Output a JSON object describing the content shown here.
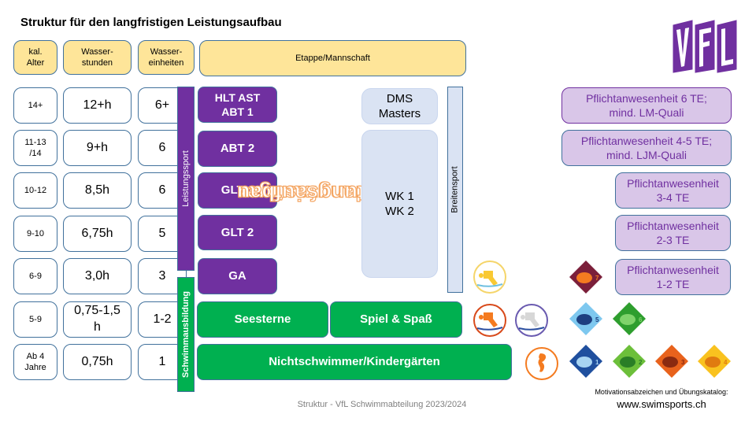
{
  "title": "Struktur für den langfristigen Leistungsaufbau",
  "header": {
    "age": "kal.\nAlter",
    "water_hours": "Wasser-\nstunden",
    "water_units": "Wasser-\neinheiten",
    "stage": "Etappe/Mannschaft"
  },
  "rows": [
    {
      "age": "14+",
      "hours": "12+h",
      "units": "6+"
    },
    {
      "age": "11-13\n/14",
      "hours": "9+h",
      "units": "6"
    },
    {
      "age": "10-12",
      "hours": "8,5h",
      "units": "6"
    },
    {
      "age": "9-10",
      "hours": "6,75h",
      "units": "5"
    },
    {
      "age": "6-9",
      "hours": "3,0h",
      "units": "3"
    },
    {
      "age": "5-9",
      "hours": "0,75-1,5\nh",
      "units": "1-2"
    },
    {
      "age": "Ab 4\nJahre",
      "hours": "0,75h",
      "units": "1"
    }
  ],
  "categories": {
    "leistungssport": "Leistungssport",
    "schwimmausbildung": "Schwimmausbildung",
    "breitensport": "Breitensport"
  },
  "teams": {
    "hlt": "HLT AST\nABT 1",
    "abt2": "ABT 2",
    "glt1": "GLT 1",
    "glt2": "GLT 2",
    "ga": "GA",
    "seesterne": "Seesterne",
    "spiel": "Spiel & Spaß",
    "nichtschwimmer": "Nichtschwimmer/Kindergärten",
    "dms": "DMS\nMasters",
    "wk": "WK 1\nWK 2"
  },
  "vertical_label": {
    "line1": "langfristiger",
    "line2": "Leistungsaufbau"
  },
  "attendance": [
    "Pflichtanwesenheit 6 TE;\nmind. LM-Quali",
    "Pflichtanwesenheit 4-5 TE;\nmind. LJM-Quali",
    "Pflichtanwesenheit\n3-4 TE",
    "Pflichtanwesenheit\n2-3 TE",
    "Pflichtanwesenheit\n1-2 TE"
  ],
  "badges": {
    "diamond_numbers": [
      "7",
      "5",
      "6",
      "1",
      "2",
      "3",
      "4"
    ]
  },
  "logo_text": "VfL",
  "footer": "Struktur - VfL Schwimmabteilung 2023/2024",
  "credit": {
    "label": "Motivationsabzeichen und Übungskatalog:",
    "url": "www.swimsports.ch"
  },
  "colors": {
    "header_bg": "#fee599",
    "purple": "#7030a0",
    "green": "#00b050",
    "light_blue": "#dae3f3",
    "lavender": "#d9c6e8",
    "border": "#41719c",
    "orange": "#f4a460"
  }
}
